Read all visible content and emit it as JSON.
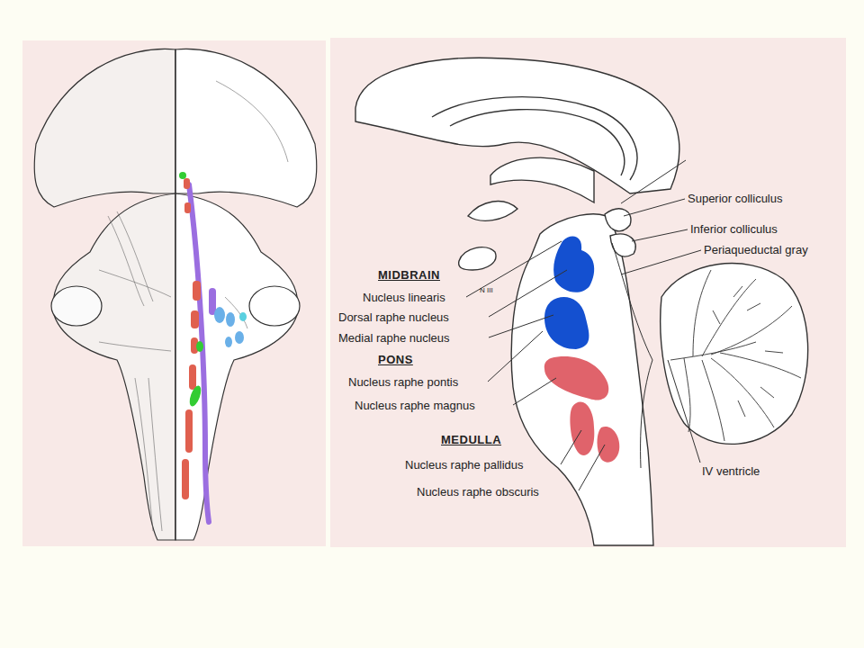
{
  "diagram": {
    "labels": [
      "Superior colliculus",
      "Inferior colliculus",
      "Periaqueductal gray",
      "MIDBRAIN",
      "Nucleus linearis",
      "N III",
      "Dorsal raphe nucleus",
      "Medial raphe nucleus",
      "PONS",
      "Nucleus raphe pontis",
      "Nucleus raphe magnus",
      "MEDULLA",
      "Nucleus raphe pallidus",
      "Nucleus raphe obscuris",
      "IV ventricle"
    ]
  }
}
